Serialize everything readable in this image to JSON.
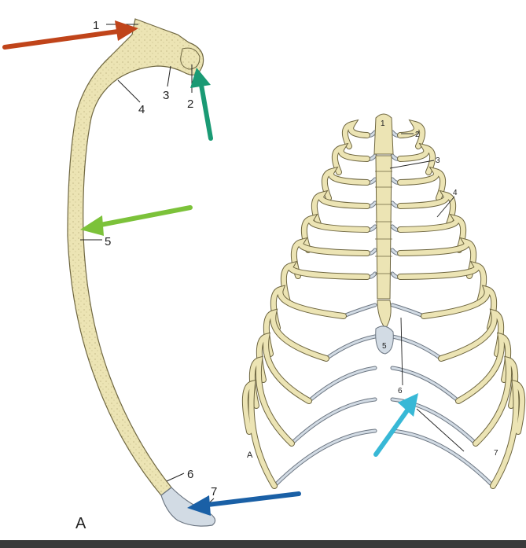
{
  "colors": {
    "bone": "#ece4b4",
    "bone_edge": "#6e6640",
    "cartilage": "#d2dbe4",
    "cartilage_edge": "#6d7783",
    "arrow_red": "#c0441a",
    "arrow_teal": "#1a9a74",
    "arrow_lime": "#7cc23a",
    "arrow_cyan": "#38b8d6",
    "arrow_blue": "#1a60a6",
    "bottom_bar": "#3a3a3a"
  },
  "rib": {
    "labels": {
      "l1": "1",
      "l2": "2",
      "l3": "3",
      "l4": "4",
      "l5": "5",
      "l6": "6",
      "l7": "7"
    },
    "panel_letter": "A"
  },
  "ribcage": {
    "labels": {
      "l1": "1",
      "l2": "2",
      "l3": "3",
      "l4": "4",
      "l5": "5",
      "l6": "6",
      "l7": "7"
    },
    "panel_letter": "A"
  }
}
